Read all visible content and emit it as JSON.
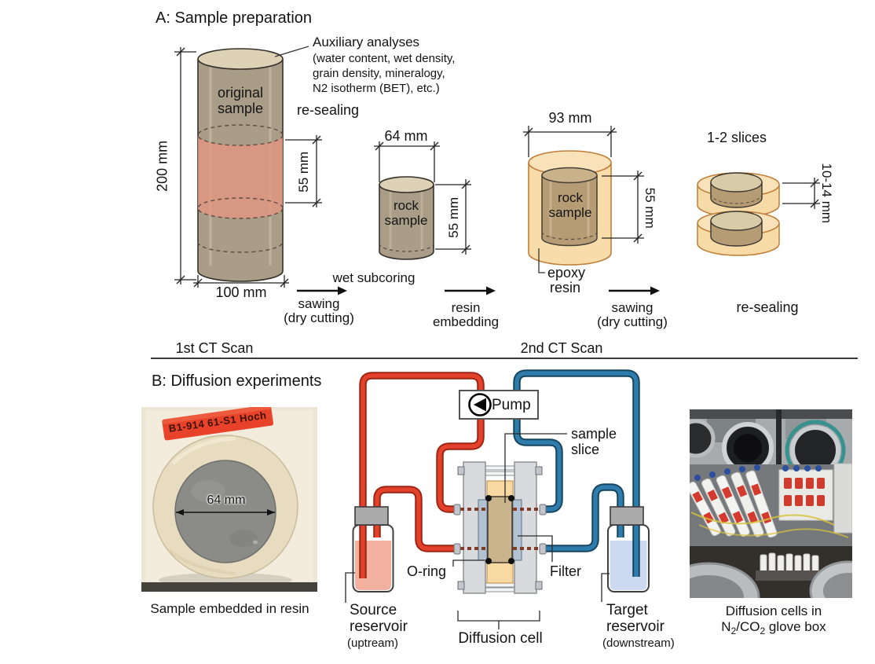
{
  "figure": {
    "panel_a_title": "A: Sample preparation",
    "panel_b_title": "B: Diffusion experiments"
  },
  "panel_a": {
    "auxiliary": {
      "title": "Auxiliary analyses",
      "line1": "(water content, wet density,",
      "line2": "grain density, mineralogy,",
      "line3": "N2 isotherm (BET), etc.)"
    },
    "resealing_top": "re-sealing",
    "original_sample": {
      "label1": "original",
      "label2": "sample",
      "height": "200 mm",
      "diameter": "100 mm",
      "slab_height": "55 mm"
    },
    "step1": {
      "above": "wet subcoring",
      "line1": "sawing",
      "line2": "(dry cutting)"
    },
    "rock_sample": {
      "label1": "rock",
      "label2": "sample",
      "diameter": "64 mm",
      "height": "55 mm"
    },
    "step2": {
      "line1": "resin",
      "line2": "embedding"
    },
    "embedded_sample": {
      "label1": "rock",
      "label2": "sample",
      "diameter": "93 mm",
      "height": "55 mm",
      "epoxy1": "epoxy",
      "epoxy2": "resin"
    },
    "step3": {
      "line1": "sawing",
      "line2": "(dry cutting)"
    },
    "step4": "re-sealing",
    "slices": {
      "title": "1-2 slices",
      "thickness": "10-14 mm"
    },
    "ct_scan_1": "1st CT Scan",
    "ct_scan_2": "2nd CT Scan"
  },
  "panel_b": {
    "left_photo": {
      "tag": "B1-914 61-S1 Hoch",
      "diameter": "64 mm",
      "caption": "Sample embedded in resin"
    },
    "schematic": {
      "pump": "Pump",
      "sample_slice1": "sample",
      "sample_slice2": "slice",
      "oring": "O-ring",
      "filter": "Filter",
      "source1": "Source",
      "source2": "reservoir",
      "source3": "(uptream)",
      "cell": "Diffusion cell",
      "target1": "Target",
      "target2": "reservoir",
      "target3": "(downstream)"
    },
    "right_photo": {
      "caption1": "Diffusion cells in",
      "cap_n": "N",
      "cap_sub_a": "2",
      "cap_mid": "/CO",
      "cap_sub_b": "2",
      "cap_end": " glove box"
    }
  },
  "colors": {
    "tube_red": "#e2412b",
    "tube_blue": "#2e7cab",
    "epoxy_resin": "#f7d9a2",
    "pink_band": "#e69680",
    "cylinder_body": "#a69a84",
    "liquid_source": "#f2b09e",
    "liquid_target": "#cdd9f1",
    "photo_tag_red": "#e8432a"
  }
}
